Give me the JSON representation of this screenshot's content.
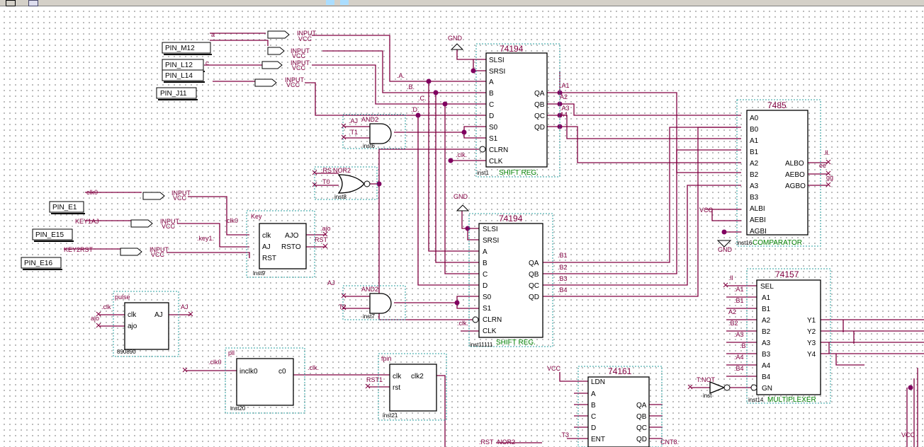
{
  "colors": {
    "wire": "#800040",
    "frame": "#2aa2a2",
    "caption": "#008000",
    "dots": "#8f8f8f"
  },
  "pins": [
    "PIN_M12",
    "PIN_L12",
    "PIN_L14",
    "PIN_J11",
    "PIN_E1",
    "PIN_E15",
    "PIN_E16"
  ],
  "inputs": {
    "a": "a",
    "c": "c",
    "clk0": "clk0",
    "key1aj": "KEY1AJ",
    "key2rst": "KEY2RST",
    "input": "INPUT",
    "vcc": "VCC"
  },
  "sr1": {
    "name": "74194",
    "inst": "inst1",
    "caption": "SHIFT REG.",
    "ports_left": [
      "SLSI",
      "SRSI",
      "A",
      "B",
      "C",
      "D",
      "S0",
      "S1",
      "CLRN",
      "CLK"
    ],
    "ports_right": [
      "QA",
      "QB",
      "QC",
      "QD"
    ]
  },
  "sr2": {
    "name": "74194",
    "inst": "inst11111",
    "caption": "SHIFT REG.",
    "ports_left": [
      "SLSI",
      "SRSI",
      "A",
      "B",
      "C",
      "D",
      "S0",
      "S1",
      "CLRN",
      "CLK"
    ],
    "ports_right": [
      "QA",
      "QB",
      "QC",
      "QD"
    ]
  },
  "cmp": {
    "name": "7485",
    "inst": "inst16",
    "caption": "COMPARATOR",
    "ports_left": [
      "A0",
      "B0",
      "A1",
      "B1",
      "A2",
      "B2",
      "A3",
      "B3",
      "ALBI",
      "AEBI",
      "AGBI"
    ],
    "ports_right": [
      "ALBO",
      "AEBO",
      "AGBO"
    ]
  },
  "mux": {
    "name": "74157",
    "inst": "inst14",
    "caption": "MULTIPLEXER",
    "ports_left": [
      "SEL",
      "A1",
      "B1",
      "A2",
      "B2",
      "A3",
      "B3",
      "A4",
      "B4",
      "GN"
    ],
    "ports_right": [
      "Y1",
      "Y2",
      "Y3",
      "Y4"
    ]
  },
  "cnt": {
    "name": "74161",
    "ports_left": [
      "LDN",
      "A",
      "B",
      "C",
      "D",
      "ENT"
    ],
    "ports_right": [
      "QA",
      "QB",
      "QC",
      "QD"
    ]
  },
  "key": {
    "name": "Key",
    "inst": "inst9",
    "ports_left": [
      "clk",
      "AJ",
      "RST"
    ],
    "ports_right": [
      "AJO",
      "RSTO"
    ]
  },
  "pulse": {
    "name": "pulse",
    "inst": "890890",
    "ports_left": [
      "clk",
      "ajo"
    ],
    "ports_right": [
      "AJ"
    ]
  },
  "pll": {
    "name": "pll",
    "inst": "inst20",
    "ports_left": [
      "inclk0"
    ],
    "ports_right": [
      "c0"
    ]
  },
  "fpin": {
    "name": "fpin",
    "inst": "inst21",
    "ports_left": [
      "clk",
      "rst"
    ],
    "ports_right": [
      "clk2"
    ]
  },
  "gates": {
    "and2": "AND2",
    "nor2": "NOR2",
    "not": "NOT",
    "gnd": "GND",
    "inst6": "inst6",
    "inst8": "inst8",
    "inst7": "inst7",
    "inst": "inst"
  },
  "nets": {
    "A": ".A.",
    "B": ".B.",
    "C": ".C.",
    "D": ".D.",
    "AJ": ".AJ",
    "T1": ".T1",
    "clk": ".clk.",
    "RS": ".RS",
    "T0": "T0",
    "AJ2": "AJ",
    "T2": "T2",
    "clk2": ".clk.",
    "clk0": ".clk0",
    "clk0b": "clk0",
    "key1": ".key1.",
    "ajo": ".ajo",
    "RST": "RST",
    "ajo2": "ajo",
    "clk3": ".clk",
    "AJo": "AJ",
    "clk0c": ".clk0",
    "clkc": ".clk.",
    "RST1": "RST1",
    "A1": ".A1",
    "A2": "A2",
    "A3": ".A3",
    "A4": "A4",
    "B1": ".B1",
    "B2": ".B2",
    "B3": ".B3",
    "B4": ".B4",
    "ll": ".ll.",
    "ee": "ee",
    "gg": "gg",
    "vcc": "VCC",
    "ll2": ".ll",
    "mA1": ".A1",
    "mB1": ".B1",
    "mA2": "A2",
    "mB2": ".B2",
    "mA3": ".A3",
    "mB3": ".B",
    "mA4": ".A4",
    "mB4": ".B4",
    "tnot": "T:NOT",
    "T3": ".T3",
    "rst": ".RST",
    "cnt8": "CNT8."
  }
}
